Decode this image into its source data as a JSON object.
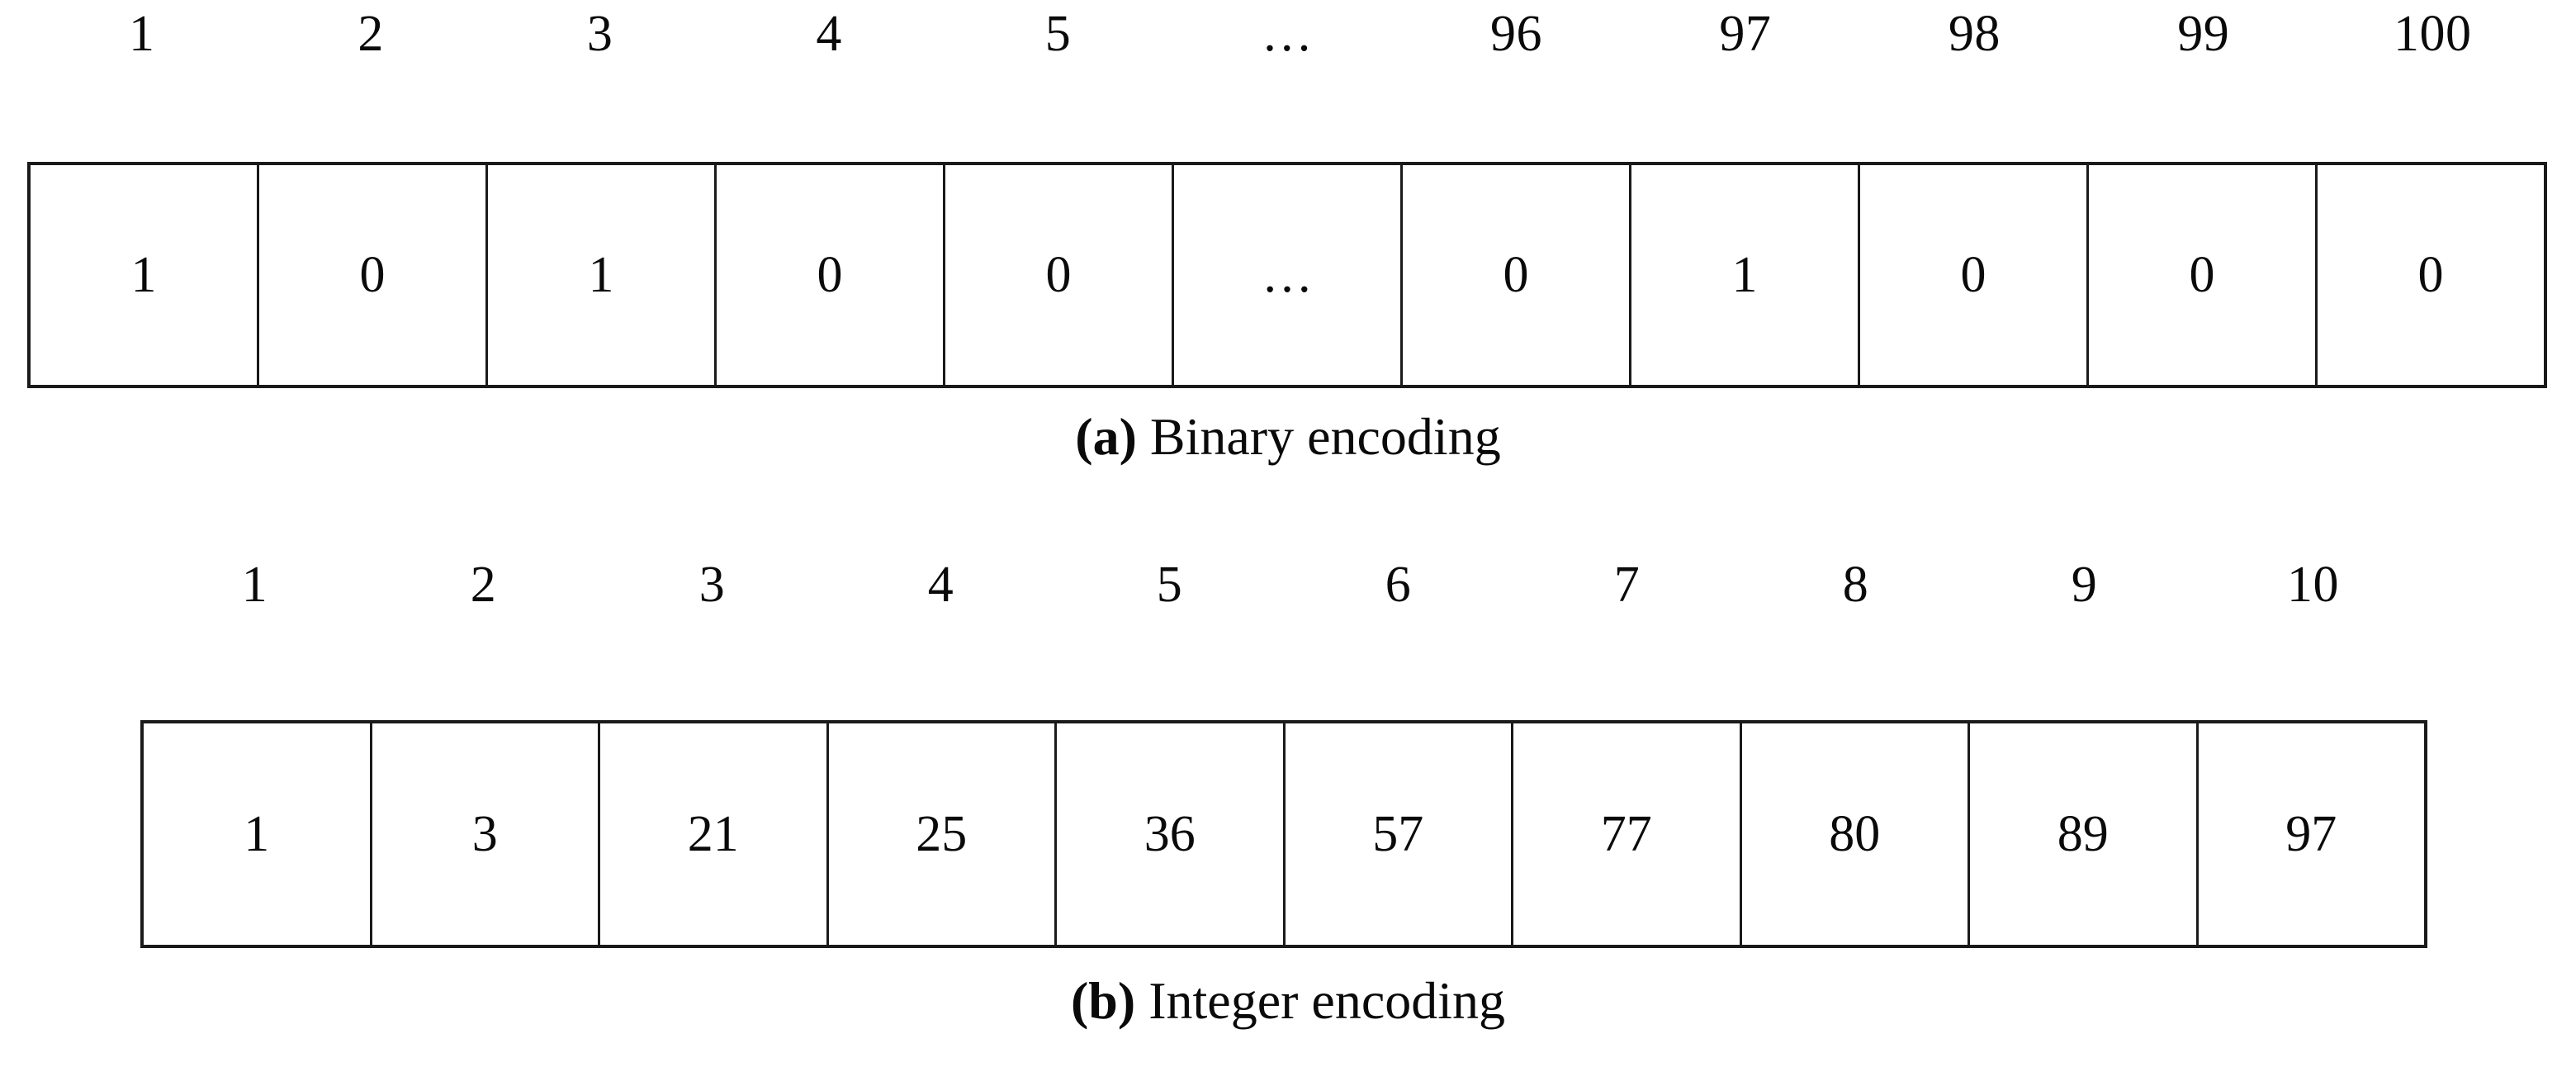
{
  "figure": {
    "panels": [
      {
        "id": "binary-encoding",
        "caption_letter": "(a)",
        "caption_text": " Binary encoding",
        "indices": [
          "1",
          "2",
          "3",
          "4",
          "5",
          "…",
          "96",
          "97",
          "98",
          "99",
          "100"
        ],
        "cells": [
          "1",
          "0",
          "1",
          "0",
          "0",
          "…",
          "0",
          "1",
          "0",
          "0",
          "0"
        ]
      },
      {
        "id": "integer-encoding",
        "caption_letter": "(b)",
        "caption_text": " Integer encoding",
        "indices": [
          "1",
          "2",
          "3",
          "4",
          "5",
          "6",
          "7",
          "8",
          "9",
          "10"
        ],
        "cells": [
          "1",
          "3",
          "21",
          "25",
          "36",
          "57",
          "77",
          "80",
          "89",
          "97"
        ]
      }
    ],
    "colors": {
      "background": "#ffffff",
      "ink": "#0a0a0a",
      "border": "#1a1a1a"
    }
  }
}
